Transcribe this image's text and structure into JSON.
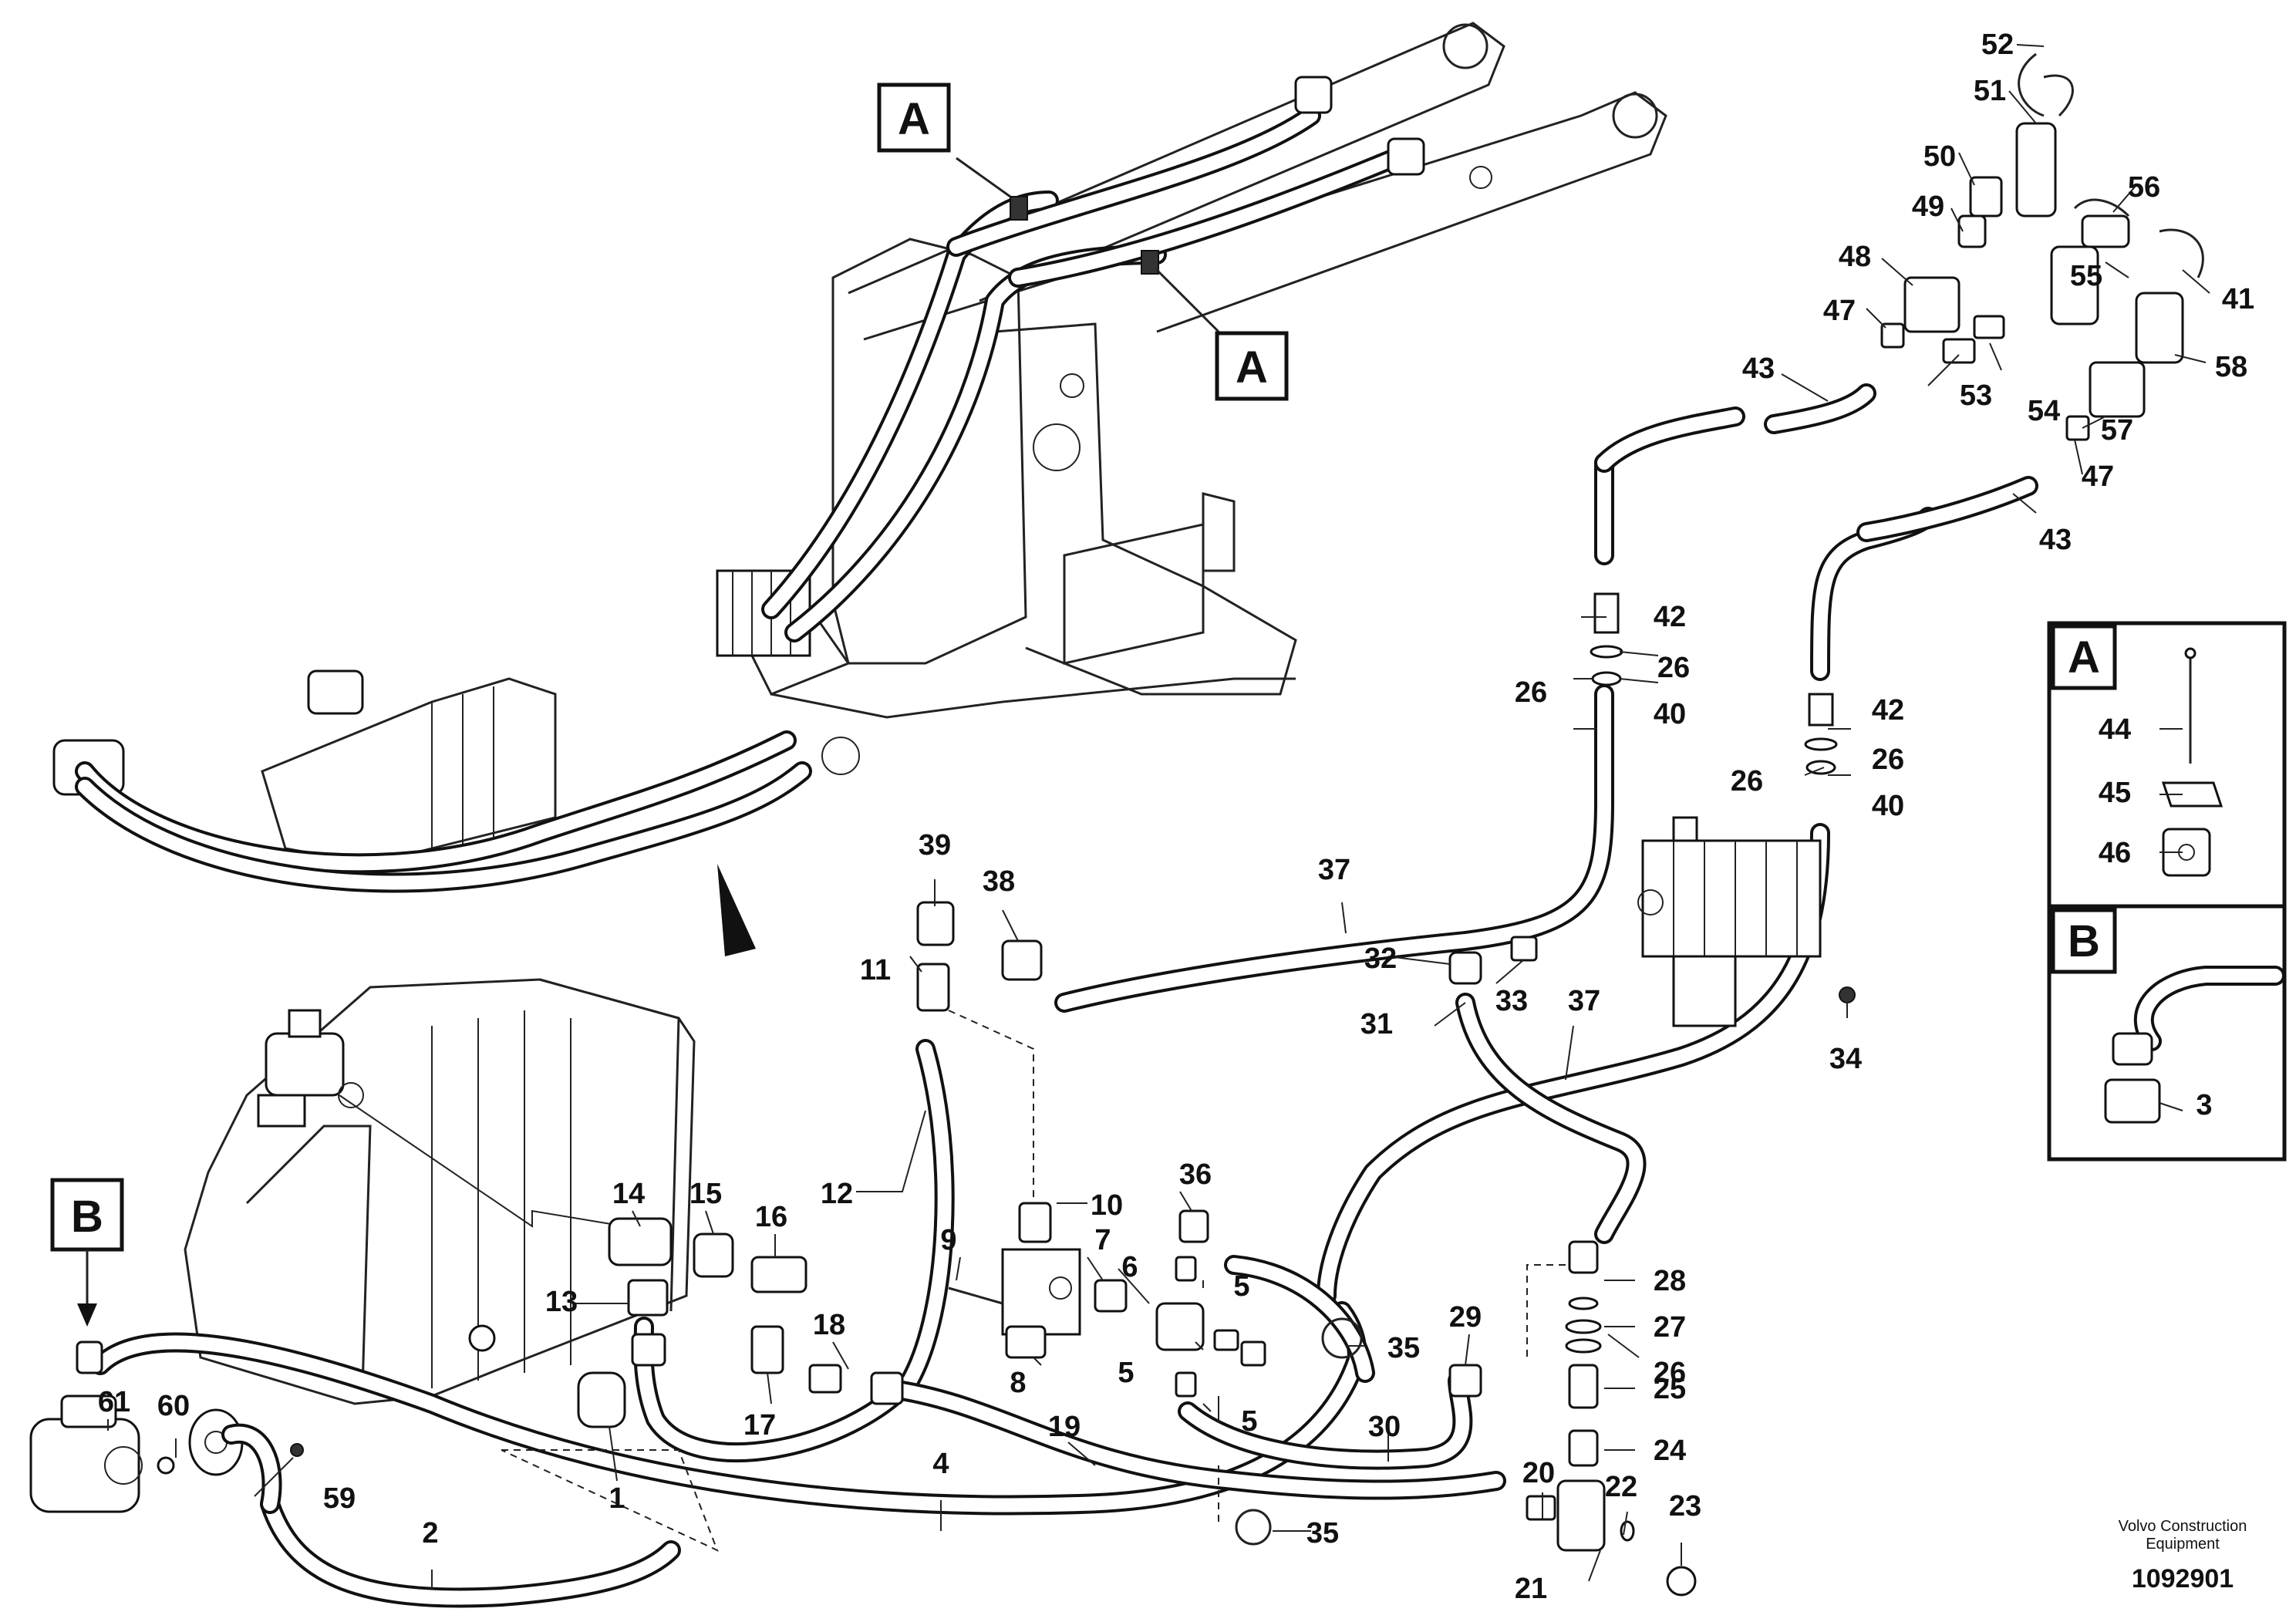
{
  "labels": {
    "p52": "52",
    "p51": "51",
    "p50": "50",
    "p49": "49",
    "p48": "48",
    "p47a": "47",
    "p47b": "47",
    "p56": "56",
    "p55": "55",
    "p41": "41",
    "p58": "58",
    "p57": "57",
    "p53": "53",
    "p54": "54",
    "p43a": "43",
    "p43b": "43",
    "p42a": "42",
    "p42b": "42",
    "p26a": "26",
    "p26b": "26",
    "p26c": "26",
    "p26d": "26",
    "p26e": "26",
    "p40a": "40",
    "p40b": "40",
    "p39": "39",
    "p38": "38",
    "p37a": "37",
    "p37b": "37",
    "p11": "11",
    "p32": "32",
    "p33": "33",
    "p31": "31",
    "p34": "34",
    "p12": "12",
    "p10": "10",
    "p36": "36",
    "p14": "14",
    "p15": "15",
    "p16": "16",
    "p9": "9",
    "p7": "7",
    "p6": "6",
    "p5a": "5",
    "p5b": "5",
    "p5c": "5",
    "p13": "13",
    "p18": "18",
    "p8": "8",
    "p17": "17",
    "p19": "19",
    "p30": "30",
    "p29": "29",
    "p35a": "35",
    "p35b": "35",
    "p28": "28",
    "p27": "27",
    "p25": "25",
    "p24": "24",
    "p20": "20",
    "p22": "22",
    "p23": "23",
    "p21": "21",
    "p61": "61",
    "p60": "60",
    "p59": "59",
    "p1": "1",
    "p2": "2",
    "p4": "4",
    "p44": "44",
    "p45": "45",
    "p46": "46",
    "p3": "3"
  },
  "callouts": {
    "a_top": "A",
    "a_mid": "A",
    "a_detail": "A",
    "b_left": "B",
    "b_detail": "B"
  },
  "footer": {
    "line1": "Volvo Construction",
    "line2": "Equipment",
    "code": "1092901"
  }
}
